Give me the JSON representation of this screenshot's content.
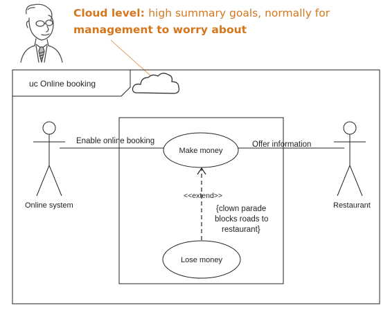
{
  "annotation": {
    "label": "Cloud level:",
    "line1_rest": "high summary goals, normally for",
    "line2": "management to worry about",
    "color": "#d4761c"
  },
  "frame": {
    "title": "uc Online booking"
  },
  "actors": {
    "left": "Online system",
    "right": "Restaurant"
  },
  "associations": {
    "left": "Enable online booking",
    "right": "Offer information"
  },
  "use_cases": {
    "top": "Make money",
    "bottom": "Lose money"
  },
  "extend": {
    "stereotype": "<<extend>>",
    "condition_line1": "{clown parade",
    "condition_line2": "blocks roads to",
    "condition_line3": "restaurant}"
  },
  "icons": {
    "person_sketch": "man-with-tie-sketch-icon",
    "cloud": "cloud-icon"
  }
}
